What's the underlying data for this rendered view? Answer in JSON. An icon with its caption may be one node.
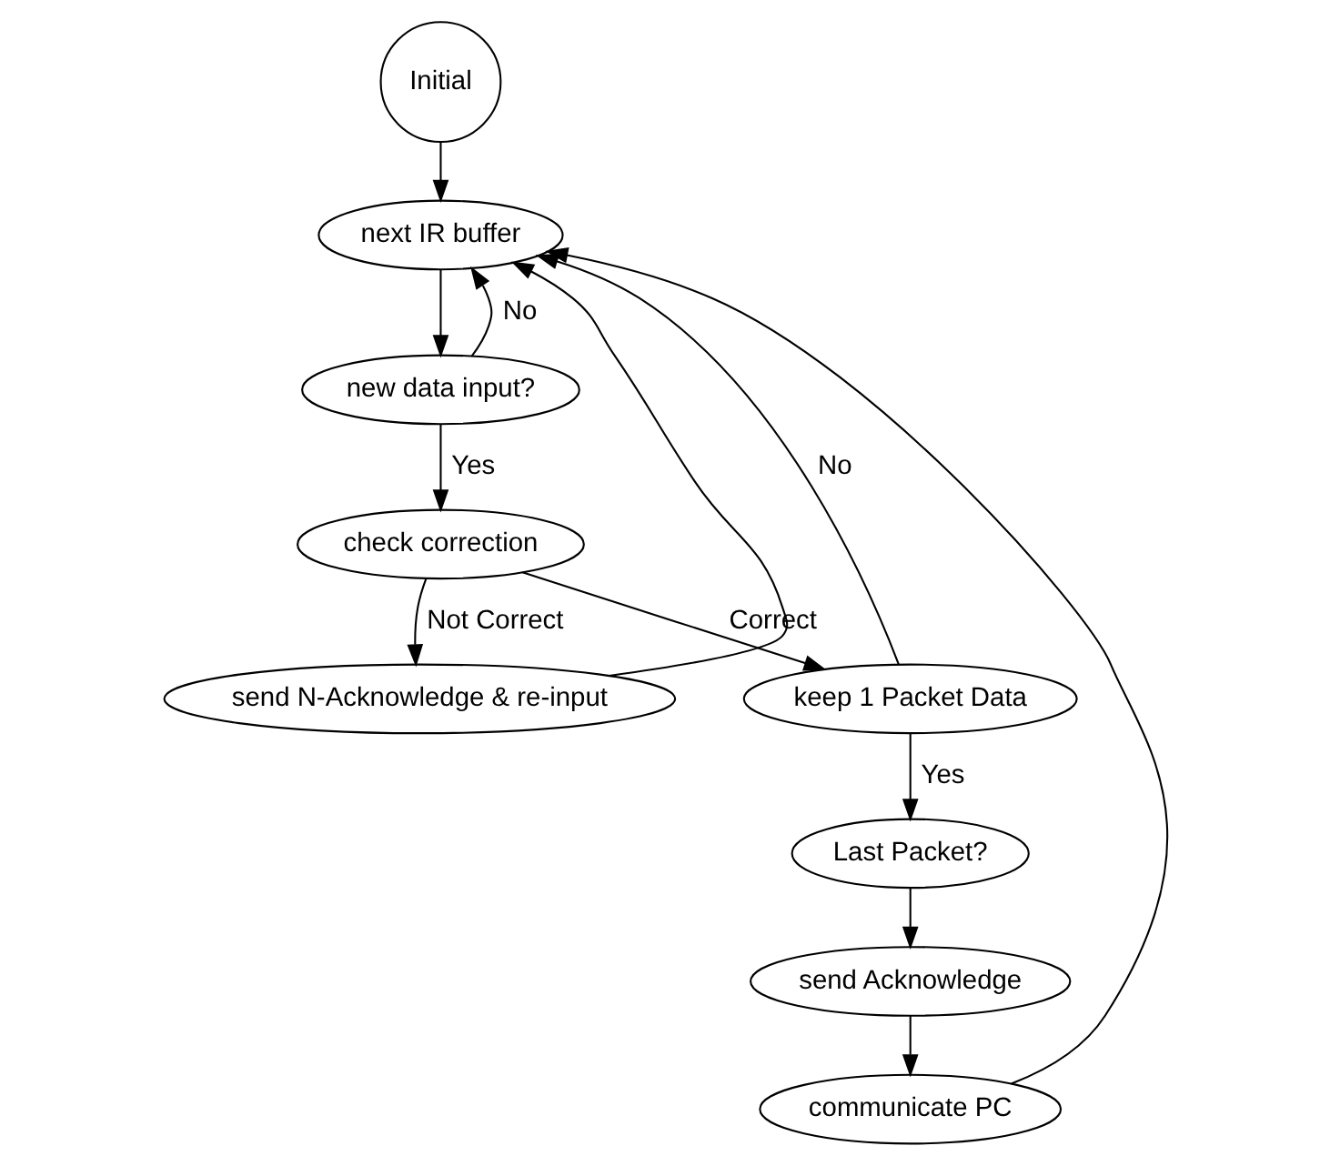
{
  "diagram": {
    "nodes": [
      {
        "text": [
          "Initial"
        ]
      },
      {
        "text": [
          "next IR buffer"
        ]
      },
      {
        "text": [
          "new data input?"
        ]
      },
      {
        "text": [
          "check correction"
        ]
      },
      {
        "text": [
          "send N-Acknowledge & re-input"
        ]
      },
      {
        "text": [
          "keep 1 Packet Data"
        ]
      },
      {
        "text": [
          "Last Packet?"
        ]
      },
      {
        "text": [
          "send Acknowledge"
        ]
      },
      {
        "text": [
          "communicate PC"
        ]
      }
    ],
    "edges": [
      {
        "from": 0,
        "to": 1,
        "arrow": "to"
      },
      {
        "from": 1,
        "to": 2,
        "arrow": "to"
      },
      {
        "from": 2,
        "to": 1,
        "arrow": "to",
        "label": "No"
      },
      {
        "from": 2,
        "to": 3,
        "arrow": "to",
        "label": "Yes"
      },
      {
        "from": 3,
        "to": 4,
        "arrow": "to",
        "label": "Not Correct"
      },
      {
        "from": 3,
        "to": 5,
        "arrow": "to",
        "label": "Correct"
      },
      {
        "from": 4,
        "to": 1,
        "arrow": "to"
      },
      {
        "from": 5,
        "to": 1,
        "arrow": "to",
        "label": "No"
      },
      {
        "from": 5,
        "to": 6,
        "arrow": "to",
        "label": "Yes"
      },
      {
        "from": 6,
        "to": 7,
        "arrow": "to"
      },
      {
        "from": 7,
        "to": 8,
        "arrow": "to"
      },
      {
        "from": 8,
        "to": 1,
        "arrow": "to"
      }
    ]
  }
}
